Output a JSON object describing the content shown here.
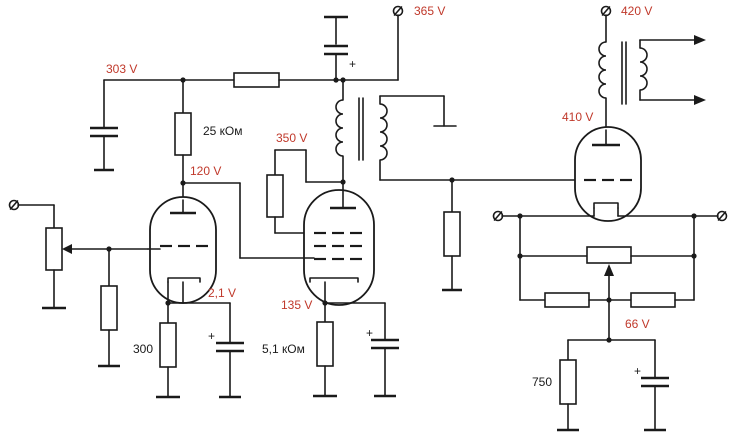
{
  "colors": {
    "voltage_label": "#c0392b",
    "component_label": "#1a1a1a",
    "wire": "#1a1a1a"
  },
  "labels": {
    "v365": "365 V",
    "v420": "420 V",
    "v303": "303 V",
    "v410": "410 V",
    "r25k": "25 кОм",
    "v350": "350 V",
    "v120": "120 V",
    "v21": "2,1 V",
    "v135": "135 V",
    "r300": "300",
    "r51k": "5,1 кОм",
    "v66": "66 V",
    "r750": "750",
    "plus1": "+",
    "plus2": "+",
    "plus3": "+",
    "plus4": "+"
  }
}
